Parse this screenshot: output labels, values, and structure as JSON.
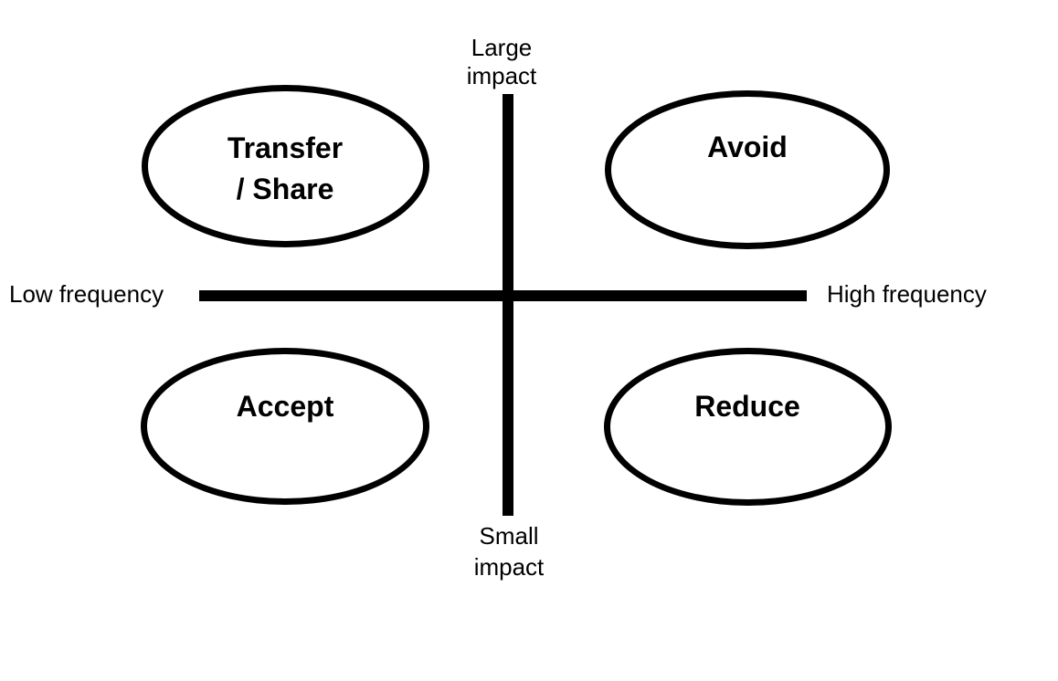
{
  "diagram": {
    "type": "quadrant-diagram",
    "axes": {
      "top_label_lines": [
        "Large",
        "impact"
      ],
      "bottom_label_lines": [
        "Small",
        "impact"
      ],
      "left_label": "Low frequency",
      "right_label": "High frequency"
    },
    "quadrants": {
      "top_left": {
        "label": "Transfer / Share",
        "lines": [
          "Transfer",
          "/ Share"
        ]
      },
      "top_right": {
        "label": "Avoid"
      },
      "bottom_left": {
        "label": "Accept"
      },
      "bottom_right": {
        "label": "Reduce"
      }
    },
    "colors": {
      "stroke": "#000000",
      "text": "#000000",
      "background": "#ffffff"
    }
  }
}
